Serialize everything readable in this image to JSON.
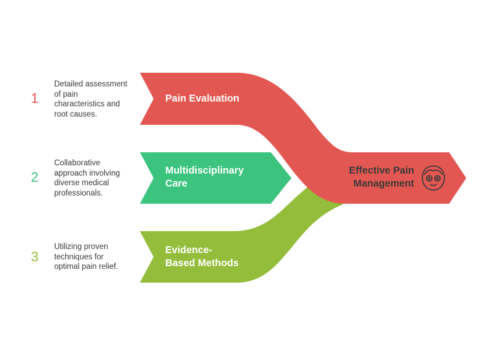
{
  "colors": {
    "step1": "#e35752",
    "step2": "#3cc47f",
    "step3": "#93bd3b",
    "outcome": "#e35752",
    "text_dark": "#3a3a3a",
    "label_on_color": "#ffffff"
  },
  "steps": [
    {
      "number": "1",
      "label_lines": [
        "Pain Evaluation"
      ],
      "description_lines": [
        "Detailed assessment",
        "of pain",
        "characteristics and",
        "root causes."
      ],
      "color": "#e35752"
    },
    {
      "number": "2",
      "label_lines": [
        "Multidisciplinary",
        "Care"
      ],
      "description_lines": [
        "Collaborative",
        "approach involving",
        "diverse medical",
        "professionals."
      ],
      "color": "#3cc47f"
    },
    {
      "number": "3",
      "label_lines": [
        "Evidence-",
        "Based Methods"
      ],
      "description_lines": [
        "Utilizing proven",
        "techniques for",
        "optimal pain relief."
      ],
      "color": "#93bd3b"
    }
  ],
  "outcome": {
    "label_lines": [
      "Effective Pain",
      "Management"
    ],
    "icon": "relieved-face-icon"
  }
}
